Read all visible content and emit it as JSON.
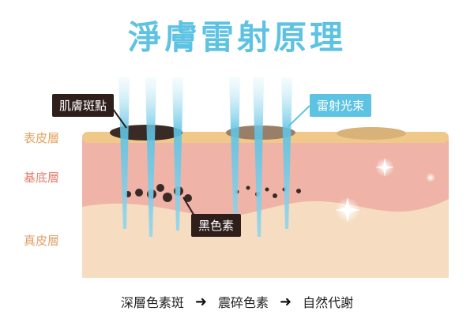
{
  "title": "淨膚雷射原理",
  "labels": {
    "epidermis": "表皮層",
    "basal": "基底層",
    "dermis": "真皮層"
  },
  "callouts": {
    "spot": "肌膚斑點",
    "beam": "雷射光束",
    "melanin": "黑色素"
  },
  "process": {
    "step1": "深層色素斑",
    "step2": "震碎色素",
    "step3": "自然代謝",
    "arrow": "➜"
  },
  "colors": {
    "beam": "#5ec3e3",
    "epidermis": "#f0c98a",
    "basal": "#efb3a7",
    "dermis": "#f6dcc0",
    "melanin": "#3a2a26"
  }
}
